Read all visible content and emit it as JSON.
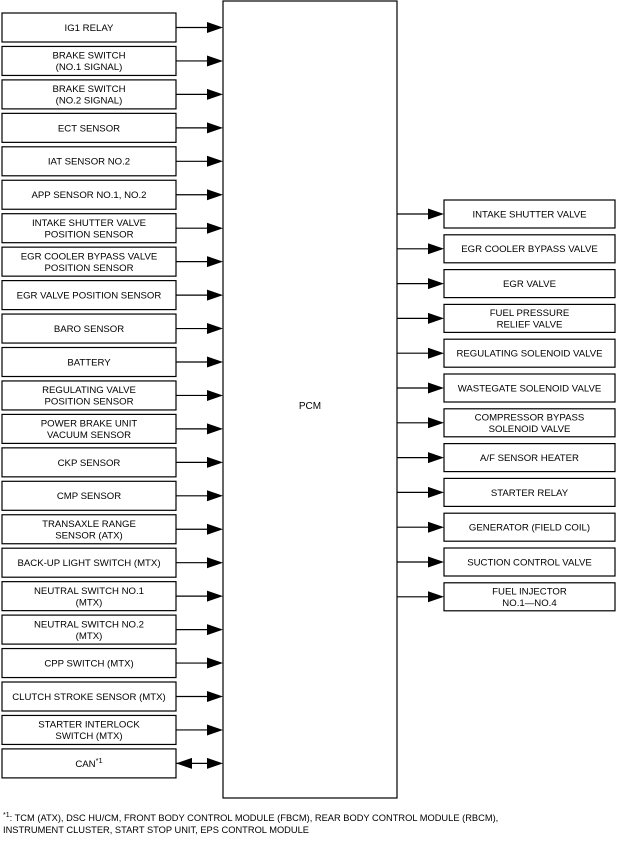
{
  "pcm": {
    "label": "PCM"
  },
  "inputs": [
    {
      "lines": [
        "IG1 RELAY"
      ]
    },
    {
      "lines": [
        "BRAKE SWITCH",
        "(NO.1 SIGNAL)"
      ]
    },
    {
      "lines": [
        "BRAKE SWITCH",
        "(NO.2 SIGNAL)"
      ]
    },
    {
      "lines": [
        "ECT SENSOR"
      ]
    },
    {
      "lines": [
        "IAT SENSOR NO.2"
      ]
    },
    {
      "lines": [
        "APP SENSOR NO.1, NO.2"
      ]
    },
    {
      "lines": [
        "INTAKE SHUTTER VALVE",
        "POSITION SENSOR"
      ]
    },
    {
      "lines": [
        "EGR COOLER BYPASS VALVE",
        "POSITION SENSOR"
      ]
    },
    {
      "lines": [
        "EGR VALVE POSITION SENSOR"
      ]
    },
    {
      "lines": [
        "BARO SENSOR"
      ]
    },
    {
      "lines": [
        "BATTERY"
      ]
    },
    {
      "lines": [
        "REGULATING VALVE",
        "POSITION SENSOR"
      ]
    },
    {
      "lines": [
        "POWER BRAKE UNIT",
        "VACUUM SENSOR"
      ]
    },
    {
      "lines": [
        "CKP SENSOR"
      ]
    },
    {
      "lines": [
        "CMP SENSOR"
      ]
    },
    {
      "lines": [
        "TRANSAXLE RANGE",
        "SENSOR (ATX)"
      ]
    },
    {
      "lines": [
        "BACK-UP LIGHT SWITCH (MTX)"
      ]
    },
    {
      "lines": [
        "NEUTRAL SWITCH NO.1",
        "(MTX)"
      ]
    },
    {
      "lines": [
        "NEUTRAL SWITCH NO.2",
        "(MTX)"
      ]
    },
    {
      "lines": [
        "CPP SWITCH (MTX)"
      ]
    },
    {
      "lines": [
        "CLUTCH STROKE SENSOR (MTX)"
      ]
    },
    {
      "lines": [
        "STARTER INTERLOCK",
        "SWITCH (MTX)"
      ]
    },
    {
      "lines": [
        "CAN"
      ],
      "sup": "*1",
      "bidirectional": true
    }
  ],
  "outputs": [
    {
      "lines": [
        "INTAKE SHUTTER VALVE"
      ]
    },
    {
      "lines": [
        "EGR COOLER BYPASS VALVE"
      ]
    },
    {
      "lines": [
        "EGR VALVE"
      ]
    },
    {
      "lines": [
        "FUEL PRESSURE",
        "RELIEF VALVE"
      ]
    },
    {
      "lines": [
        "REGULATING SOLENOID VALVE"
      ]
    },
    {
      "lines": [
        "WASTEGATE SOLENOID VALVE"
      ]
    },
    {
      "lines": [
        "COMPRESSOR BYPASS",
        "SOLENOID VALVE"
      ]
    },
    {
      "lines": [
        "A/F SENSOR HEATER"
      ]
    },
    {
      "lines": [
        "STARTER RELAY"
      ]
    },
    {
      "lines": [
        "GENERATOR (FIELD COIL)"
      ]
    },
    {
      "lines": [
        "SUCTION CONTROL VALVE"
      ]
    },
    {
      "lines": [
        "FUEL INJECTOR",
        "NO.1—NO.4"
      ]
    }
  ],
  "footnote": {
    "marker": "*1",
    "line1": ": TCM (ATX), DSC HU/CM, FRONT BODY CONTROL MODULE (FBCM), REAR BODY CONTROL MODULE (RBCM),",
    "line2": "INSTRUMENT CLUSTER, START STOP UNIT, EPS CONTROL MODULE"
  }
}
